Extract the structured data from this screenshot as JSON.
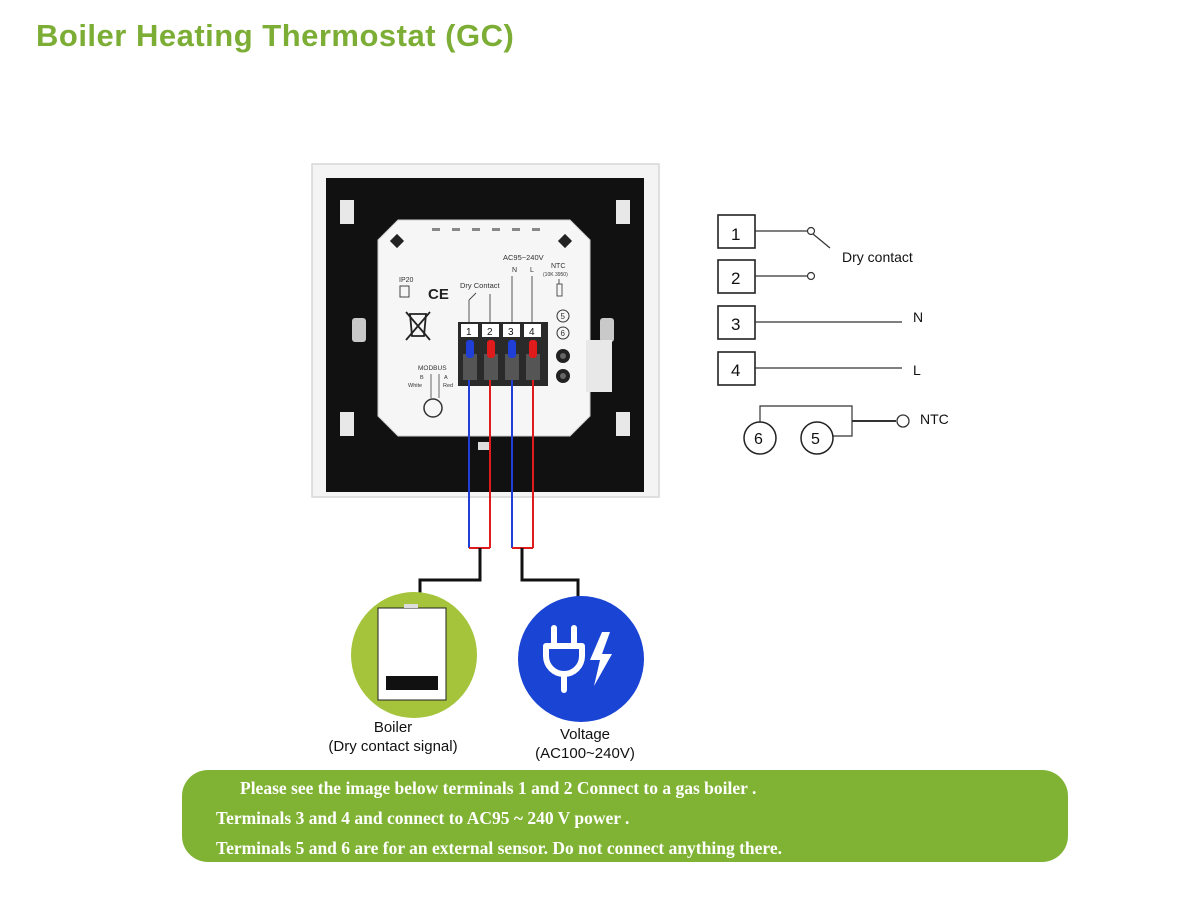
{
  "title": "Boiler Heating Thermostat (GC)",
  "device": {
    "ip_rating": "IP20",
    "ce_mark": "CE",
    "supply_label": "AC95~240V",
    "dry_contact_label": "Dry Contact",
    "ntc_label": "NTC",
    "ntc_spec": "(10K 3950)",
    "n_label": "N",
    "l_label": "L",
    "modbus_label": "MODBUS",
    "modbus_b": "B",
    "modbus_a": "A",
    "modbus_white": "White",
    "modbus_red": "Red",
    "terminals": [
      "1",
      "2",
      "3",
      "4"
    ],
    "sensor_terminals": [
      "5",
      "6"
    ]
  },
  "schematic": {
    "terminals": [
      "1",
      "2",
      "3",
      "4"
    ],
    "dry_contact": "Dry contact",
    "n": "N",
    "l": "L",
    "ntc": "NTC",
    "sensor_terminals": [
      "6",
      "5"
    ]
  },
  "boiler": {
    "label": "Boiler",
    "sub": "(Dry contact signal)"
  },
  "voltage": {
    "label": "Voltage",
    "sub": "(AC100~240V)"
  },
  "notes": [
    "Please see the image below terminals 1 and 2 Connect to a gas boiler .",
    "Terminals 3 and 4 and connect to AC95 ~ 240 V power .",
    "Terminals 5 and 6 are for an external sensor. Do not connect anything there."
  ],
  "colors": {
    "accent_green": "#7cad35",
    "wire_blue": "#1f3fd6",
    "wire_red": "#e01b1b",
    "plug_blue": "#1a44d4"
  }
}
